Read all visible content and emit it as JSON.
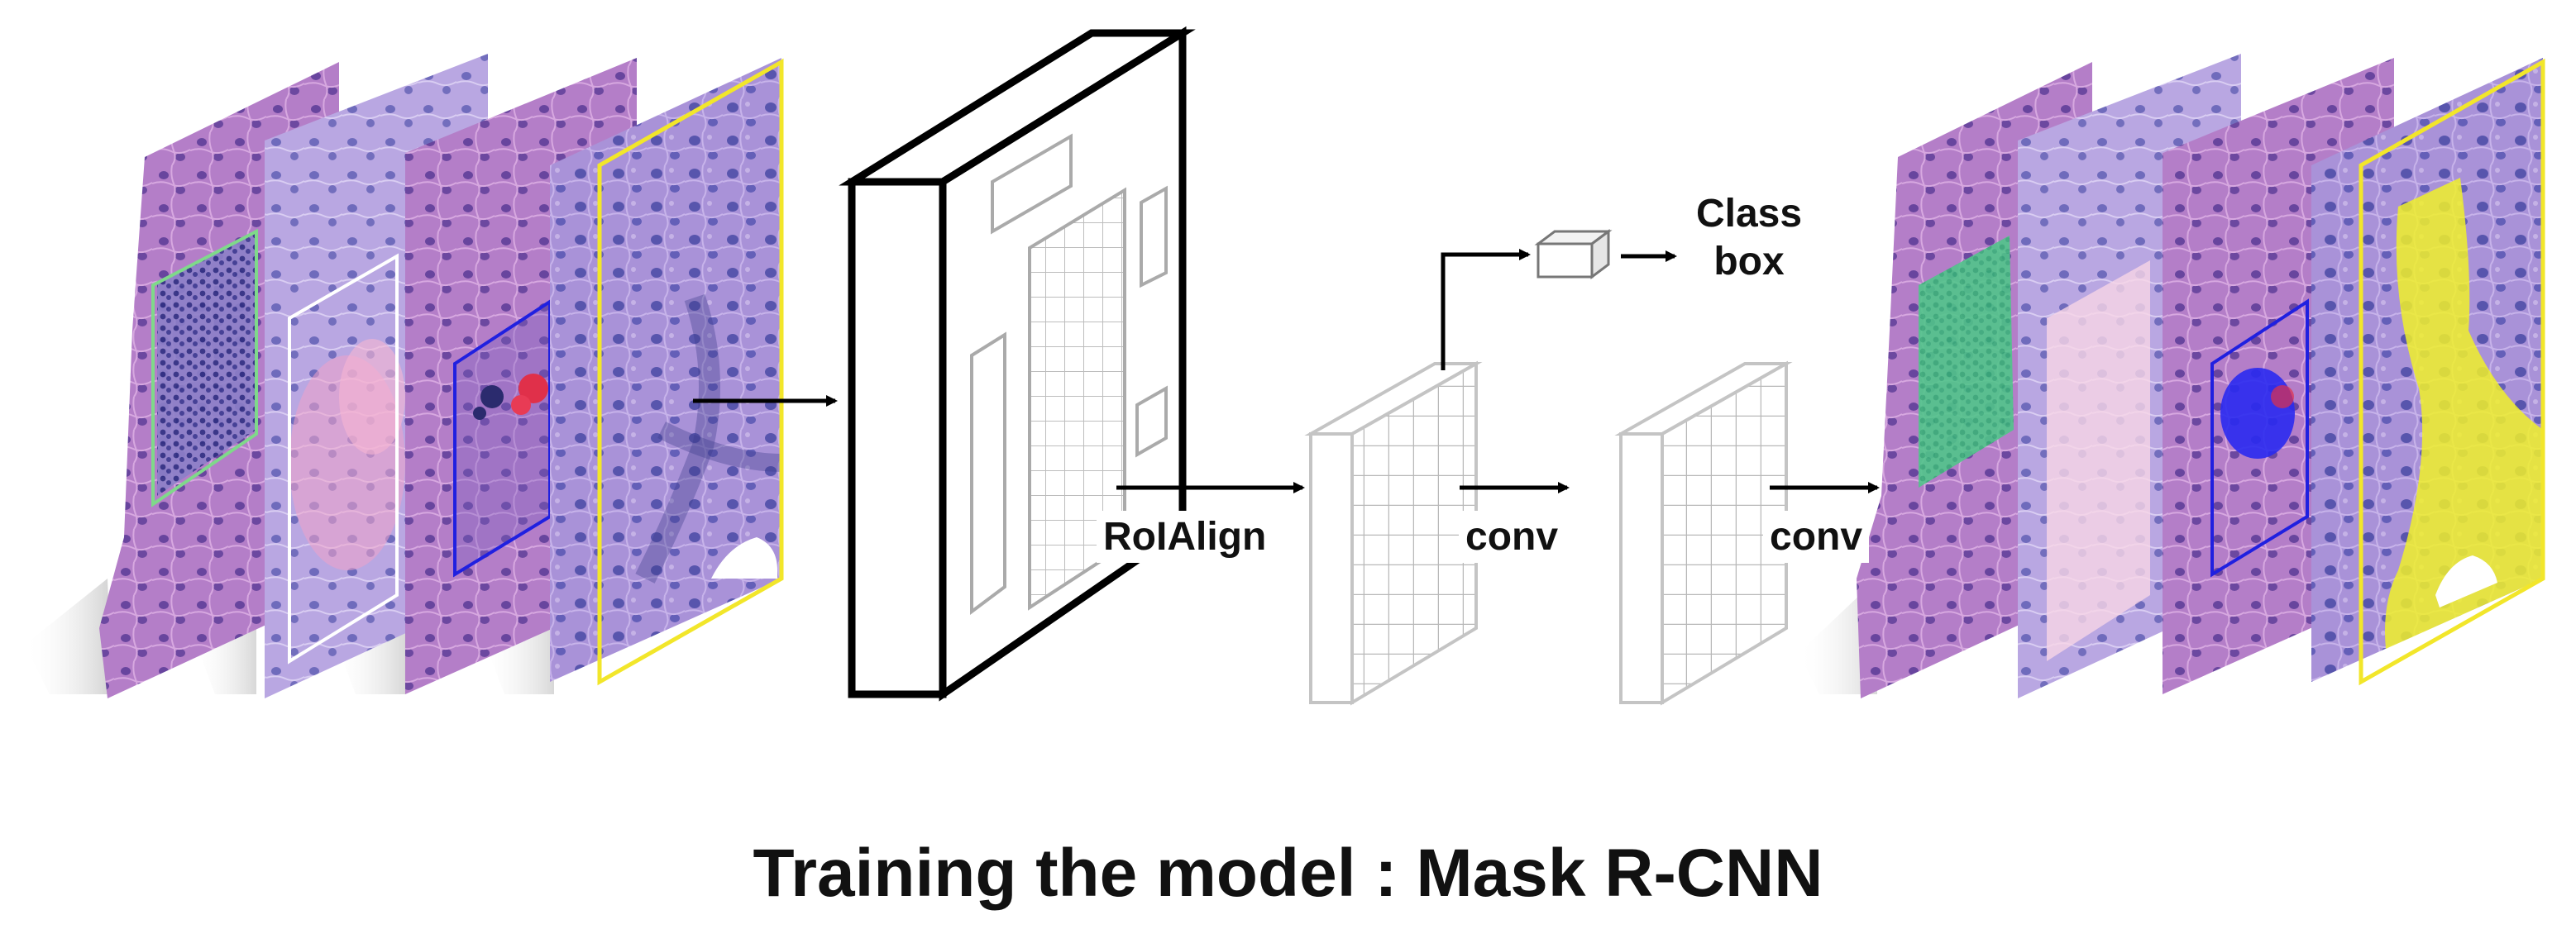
{
  "labels": {
    "roialign": "RoIAlign",
    "conv1": "conv",
    "conv2": "conv",
    "class_box_line1": "Class",
    "class_box_line2": "box"
  },
  "title": "Training the model : Mask R-CNN",
  "input_slices": [
    {
      "name": "slice-1",
      "annotation_color": "#7fd98a"
    },
    {
      "name": "slice-2",
      "annotation_color": "#ffffff"
    },
    {
      "name": "slice-3",
      "annotation_color": "#2020e0"
    },
    {
      "name": "slice-4",
      "annotation_color": "#f2e62a"
    }
  ],
  "output_slices": [
    {
      "name": "out-slice-1",
      "mask_color": "#2fe060"
    },
    {
      "name": "out-slice-2",
      "mask_color": "#f4c8dc"
    },
    {
      "name": "out-slice-3",
      "mask_color": "#2a2af0"
    },
    {
      "name": "out-slice-4",
      "mask_color": "#f0f02a"
    }
  ],
  "colors": {
    "tissue_base": "#a58fd6",
    "tissue_pink": "#b677c8",
    "nucleus": "#3d3f9a",
    "grid_gray": "#c8c8c8",
    "black": "#000000"
  }
}
